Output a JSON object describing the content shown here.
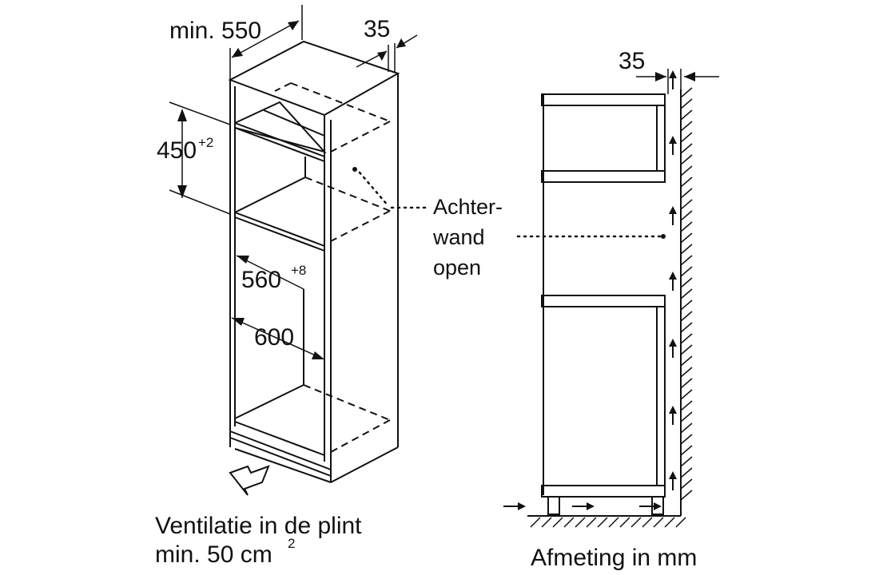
{
  "left_view": {
    "depth_label": "min. 550",
    "top_offset_label": "35",
    "niche_height_label": "450",
    "niche_height_tolerance": "+2",
    "inner_width_label": "560",
    "inner_width_tolerance": "+8",
    "outer_width_label": "600",
    "caption_line1": "Ventilatie in de plint",
    "caption_line2": "min. 50 cm",
    "caption_line2_sup": "2"
  },
  "callout": {
    "line1": "Achter-",
    "line2": "wand",
    "line3": "open"
  },
  "right_view": {
    "gap_label": "35",
    "caption": "Afmeting in mm"
  }
}
